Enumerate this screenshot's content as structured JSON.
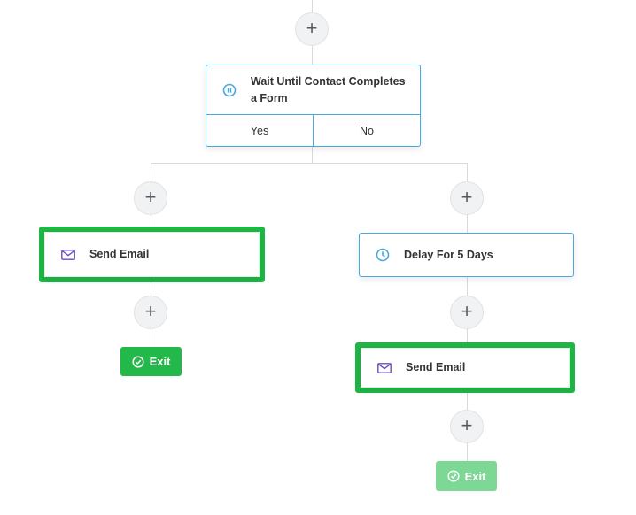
{
  "wait_node": {
    "title_line1": "Wait Until Contact Completes",
    "title_line2": "a Form",
    "yes_label": "Yes",
    "no_label": "No"
  },
  "left_branch": {
    "send_email_label": "Send Email",
    "exit_label": "Exit"
  },
  "right_branch": {
    "delay_label": "Delay For 5 Days",
    "send_email_label": "Send Email",
    "exit_label": "Exit"
  },
  "add_step_symbol": "+",
  "colors": {
    "accent_blue": "#4aa8e0",
    "highlight_green": "#1eb645",
    "exit_green": "#23b94a",
    "email_icon_purple": "#6b4fbb"
  },
  "icons": {
    "wait": "pause-circle-icon",
    "email": "envelope-icon",
    "delay": "clock-icon",
    "exit": "check-circle-icon"
  }
}
